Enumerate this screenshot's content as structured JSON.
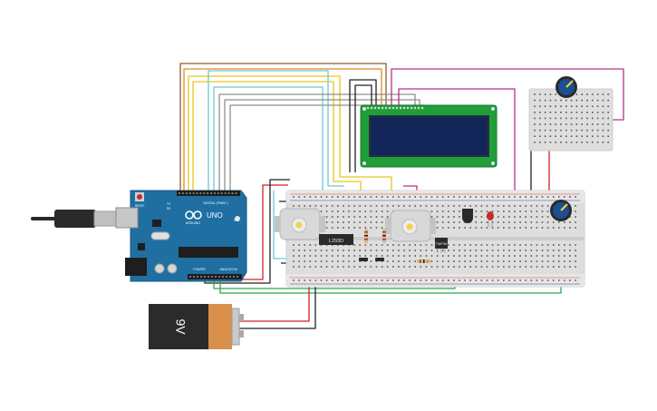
{
  "arduino": {
    "brand": "UNO",
    "maker": "ARDUINO",
    "digital_label": "DIGITAL (PWM~)",
    "power_label": "POWER",
    "analog_label": "ANALOG IN",
    "on_label": "ON",
    "tx_label": "TX",
    "rx_label": "RX",
    "reset_label": "RESET"
  },
  "driver_chip": {
    "label": "L293D"
  },
  "sensor_chip": {
    "label": "TMP36"
  },
  "battery": {
    "label": "9V"
  },
  "colors": {
    "arduino": "#1f6fa3",
    "breadboard": "#dedede",
    "lcd_board": "#1f9e3a",
    "lcd_screen": "#13265a",
    "battery_body": "#2b2b2b",
    "battery_cap": "#d9904a",
    "motor_body": "#d8d8d8",
    "motor_shaft": "#f2d34a",
    "pot_knob": "#1c4f8f",
    "wire_red": "#d32020",
    "wire_black": "#222222",
    "wire_green": "#2ea44f",
    "wire_magenta": "#b5318a",
    "wire_brown": "#8b5a2b",
    "wire_orange": "#e08a1e",
    "wire_yellow": "#e6c619",
    "wire_cyan": "#6fc6cf",
    "wire_gray": "#8f8f8f"
  },
  "icons": [
    "usb-cable-icon",
    "potentiometer-icon",
    "dc-motor-icon",
    "led-icon",
    "resistor-icon"
  ]
}
